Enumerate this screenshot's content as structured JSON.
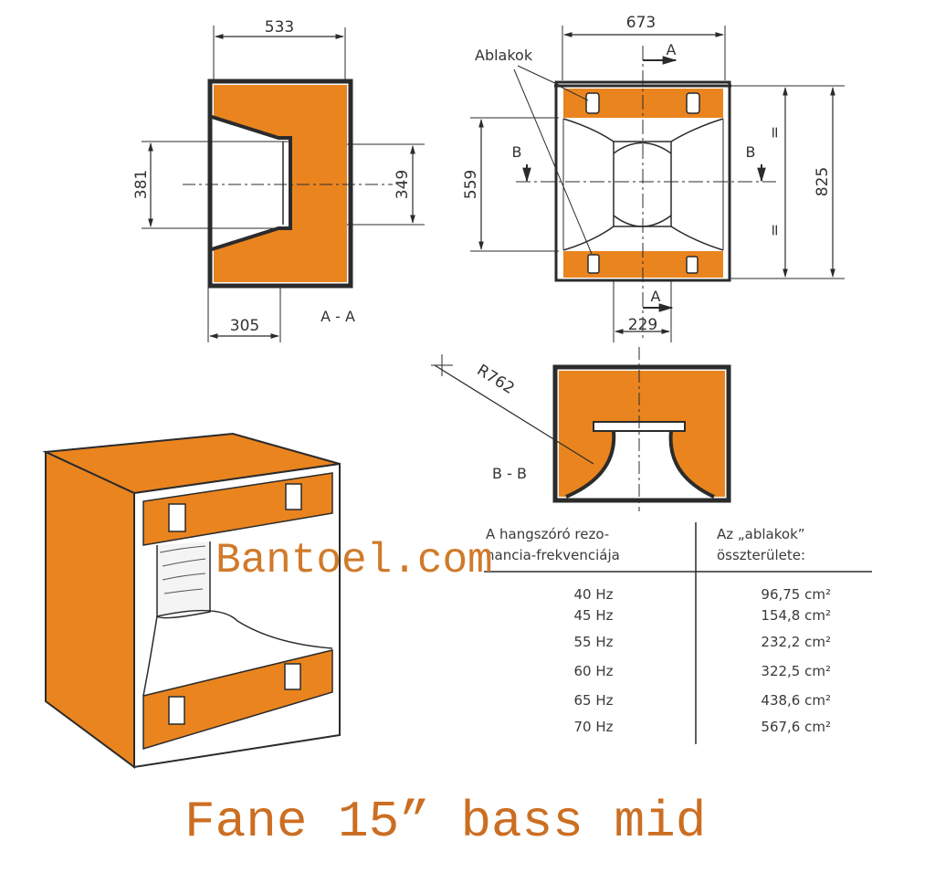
{
  "colors": {
    "fill": "#ea841f",
    "line": "#2b2b2b",
    "watermark": "#d07a2a",
    "title": "#cc6e22"
  },
  "section_aa": {
    "dim_width": "533",
    "dim_left_height": "381",
    "dim_right_height": "349",
    "dim_bottom": "305",
    "label": "A - A"
  },
  "front_view": {
    "windows_label": "Ablakok",
    "dim_width": "673",
    "dim_height_outer": "825",
    "dim_height_inner": "559",
    "dim_bottom": "229",
    "section_marker_a": "A",
    "section_marker_b": "B",
    "equal_mark": "="
  },
  "section_bb": {
    "radius": "R762",
    "label": "B - B"
  },
  "table": {
    "header_left_line1": "A hangszóró rezo-",
    "header_left_line2": "nancia-frekvenciája",
    "header_right_line1": "Az „ablakok”",
    "header_right_line2": "összterülete:",
    "rows": [
      {
        "freq": "40 Hz",
        "area": "96,75 cm²"
      },
      {
        "freq": "45 Hz",
        "area": "154,8 cm²"
      },
      {
        "freq": "55 Hz",
        "area": "232,2 cm²"
      },
      {
        "freq": "60 Hz",
        "area": "322,5 cm²"
      },
      {
        "freq": "65 Hz",
        "area": "438,6 cm²"
      },
      {
        "freq": "70 Hz",
        "area": "567,6 cm²"
      }
    ]
  },
  "watermark": "Bantoel.com",
  "title": "Fane 15” bass mid"
}
